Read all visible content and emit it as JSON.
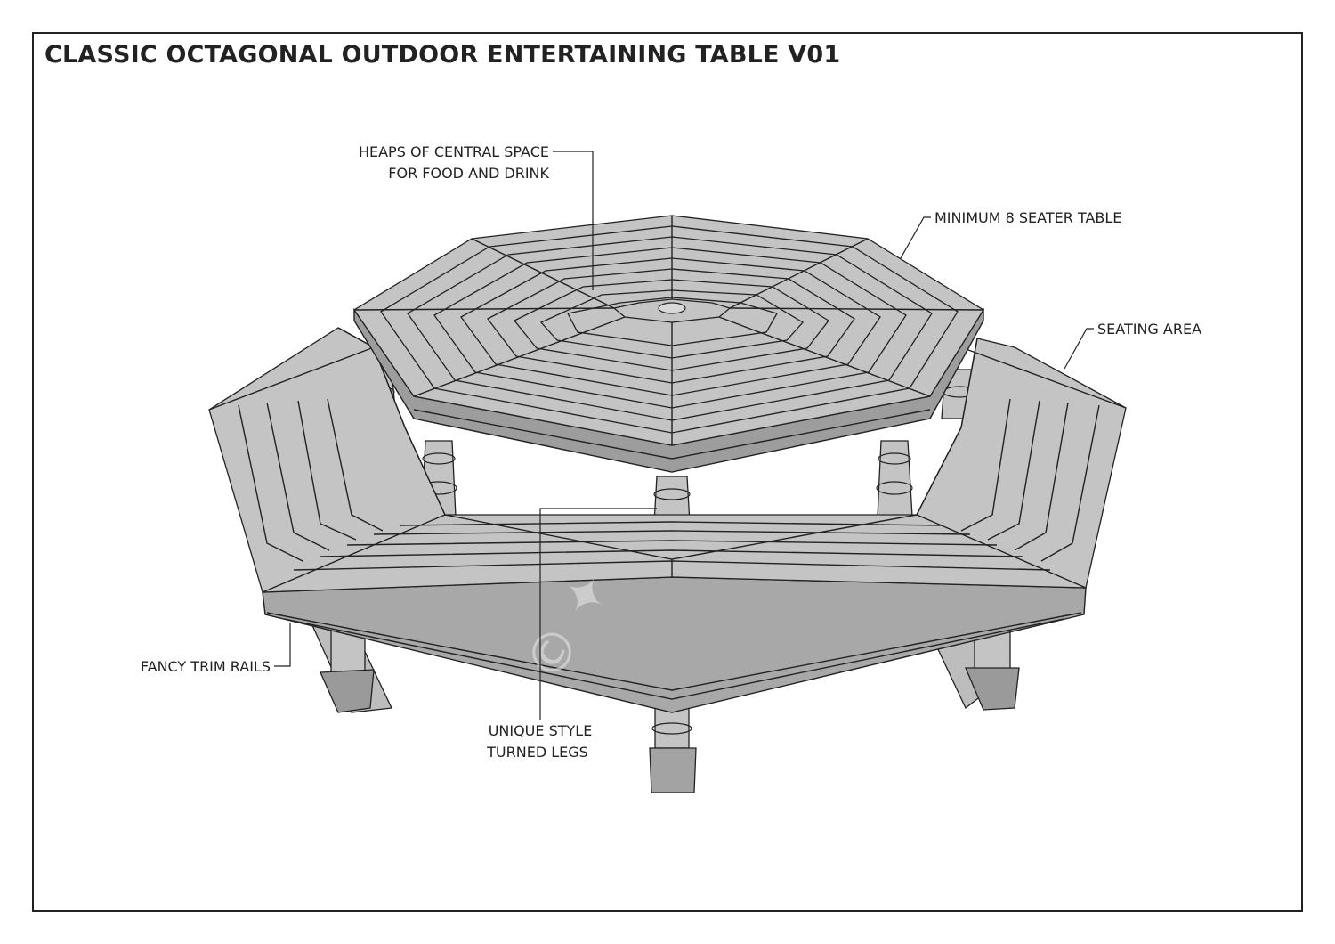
{
  "title": "CLASSIC OCTAGONAL OUTDOOR ENTERTAINING TABLE V01",
  "labels": {
    "central_space_1": "HEAPS OF CENTRAL SPACE",
    "central_space_2": "FOR FOOD AND DRINK",
    "min_seater": "MINIMUM 8 SEATER TABLE",
    "seating_area": "SEATING AREA",
    "trim_rails": "FANCY TRIM RAILS",
    "turned_legs_1": "UNIQUE STYLE",
    "turned_legs_2": "TURNED LEGS"
  },
  "colors": {
    "surface": "#c4c4c4",
    "edge_dark": "#8f8f8f",
    "line": "#222222",
    "background": "#ffffff"
  }
}
